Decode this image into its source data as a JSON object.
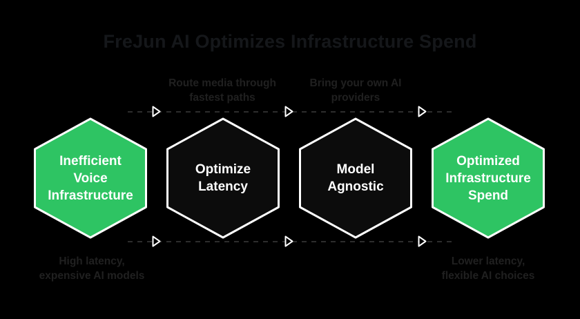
{
  "title": {
    "text": "FreJun AI Optimizes Infrastructure Spend"
  },
  "colors": {
    "background": "#000000",
    "title-text": "#15171a",
    "annotation-text": "#202020",
    "dash": "#2d2d2d",
    "hex-border": "#ffffff",
    "hex-text": "#ffffff",
    "arrow-fill": "#000000",
    "arrow-stroke": "#ffffff",
    "green": "#2ec463",
    "dark": "#0c0c0c"
  },
  "hexagons": [
    {
      "label": "Inefficient\nVoice\nInfrastructure",
      "fill": "#2ec463"
    },
    {
      "label": "Optimize\nLatency",
      "fill": "#0c0c0c"
    },
    {
      "label": "Model\nAgnostic",
      "fill": "#0c0c0c"
    },
    {
      "label": "Optimized\nInfrastructure\nSpend",
      "fill": "#2ec463"
    }
  ],
  "annotations": {
    "top_left": "Route media through\nfastest paths",
    "top_right": "Bring your own AI\nproviders",
    "bottom_left": "High latency,\nexpensive AI models",
    "bottom_right": "Lower latency,\nflexible AI choices"
  }
}
